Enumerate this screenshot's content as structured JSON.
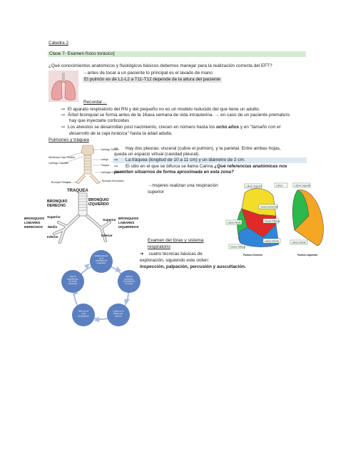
{
  "page": {
    "catedra": "Cátedra 2",
    "clase": "Clase 7- Examen físico torácico]",
    "question": "¿Qué conocimientos anatómicos y fisiológicos básicos debemos manejar para la realización correcta del EFT?",
    "antes": "antes de tocar a un paciente lo principal es el lavado de mano",
    "pulmon": "El pulmón es de L1-L2 a T11-T12 depende de la altura del paciente",
    "recordar": "Recordar…",
    "bullets": [
      "El aparato respiratorio del RN y del pequeño no es un modelo reducido del que tiene un adulto.",
      "Árbol bronquial se forma antes de la 16ava semana de vida intrauterina.",
      "en caso de un paciente prematuro",
      "hay que inyectarle corticoides",
      "Los alveolos se desarrollan post nacimiento, crecen en número hasta los",
      "ocho años",
      "y en",
      "\"tamaño con el",
      "desarrollo de la caja torácica\"",
      "hasta la edad adulta."
    ],
    "pulmones_title": "Pulmones y tráquea",
    "pleuras_1": "Hay dos pleuras: visceral (cubre el pulmón), y la parietal. Entre ambas hojas,",
    "pleuras_2": "queda un espacio virtual (cavidad pleural).",
    "traquea": "La tráquea (longitud de 10 a 11 cm) y un diámetro de 2 cm.",
    "carina_1": "El sitio en el que se bifurca se llama Carina",
    "carina_2": "¿Qué referencias anatómicas nos",
    "carina_3": "permiten situarnos de forma aproximada en esta zona?",
    "mujeres_1": "mujeres realizan una respiración",
    "mujeres_2": "superior",
    "examen_title_1": "Examen del tórax y sistema",
    "examen_title_2": "respiratorio",
    "examen_1": "cuatro técnicas básicas de",
    "examen_2": "exploración, siguiendo este orden:",
    "examen_3": "inspección, palpación, percusión y auscultación.",
    "trachea_labels": {
      "cartilago_tiroides": "Cartílago Tiroides",
      "membrana": "Membrana Crico Tiroidea",
      "cricoides": "Cartílago Cricoides",
      "laringe": "Laringe",
      "traquea_s": "Tráquea",
      "cart_traq": "Cartílagos Traqueales",
      "bronquio_princ": "Bronquio Principal",
      "bronquio_secund": "Bronquio Secundario"
    },
    "bronchi_labels": {
      "traquea": "TRAQUEA",
      "bronquio_derecho": "BRONQUIO DERECHO",
      "bronquio_izquierdo": "BRONQUIO IZQUIERDO",
      "lobares_derechos": "BRONQUIOS LOBARES DERECHOS",
      "lobares_izquierdos": "BRONQUIOS LOBARES IZQUIERDOS",
      "superior_l": "Superior",
      "medio": "Medio",
      "inferior_l": "Inferior",
      "superior_r": "Superior",
      "inferior_r": "Inferior"
    },
    "lobes": {
      "lobulo": "Lóbulo",
      "sup_right": "Lóbulo Superior",
      "sup_left": "Lóbulo Superior",
      "medio": "Lóbulo Medio",
      "horizontal": "Cisura Horizontal",
      "oblicua_r": "Cisura Oblicua",
      "oblicua_l": "Cisura Oblicua",
      "inferior_r": "Lóbulo Inferior",
      "inferior_l": "Lóbulo Inferior",
      "pulmon_derecho": "Pulmón Derecho",
      "pulmon_izquierdo": "Pulmón Izquierdo"
    },
    "cycle": [
      "Adiafonamiento de la capacidad de expansión",
      "Valores presentes, comparativos de zonas",
      "Lesión en el lóbulo sup. derecho",
      "Abrir con el corte auscultación",
      "Fluir la auscultación de zonas simétricas"
    ]
  },
  "colors": {
    "highlight_green": "#d5ecd1",
    "highlight_grey": "#e2e2e2",
    "cycle_circle": "#5b7fbf",
    "lobe_yellow": "#f4dc2a",
    "lobe_red": "#e02a2a",
    "lobe_green": "#2db84a",
    "lobe_blue": "#2f86d8",
    "lobe_orange": "#f5a623"
  }
}
